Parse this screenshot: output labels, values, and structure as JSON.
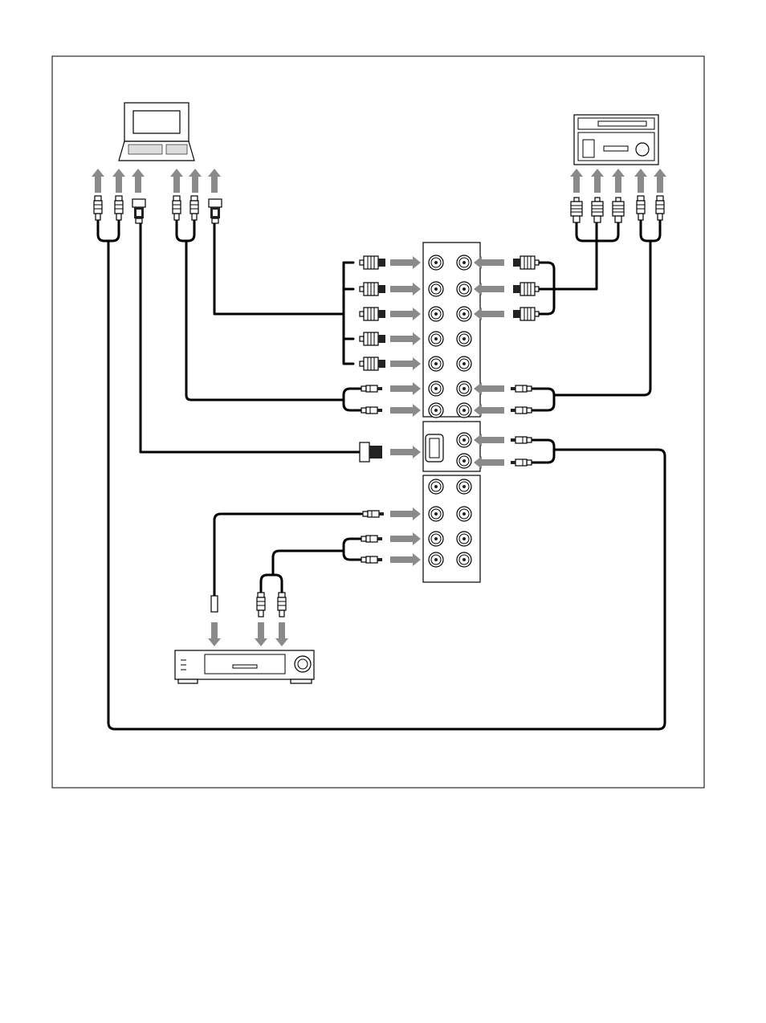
{
  "diagram": {
    "devices": [
      {
        "id": "computer",
        "icon": "laptop-computer-icon"
      },
      {
        "id": "vtr",
        "icon": "video-tape-recorder-icon"
      },
      {
        "id": "vcr",
        "icon": "video-cassette-recorder-icon"
      },
      {
        "id": "input-panel",
        "icon": "connector-panel-icon"
      }
    ],
    "colors": {
      "arrow": "#8a8a8a",
      "cable": "#000000",
      "background": "#ffffff"
    }
  }
}
